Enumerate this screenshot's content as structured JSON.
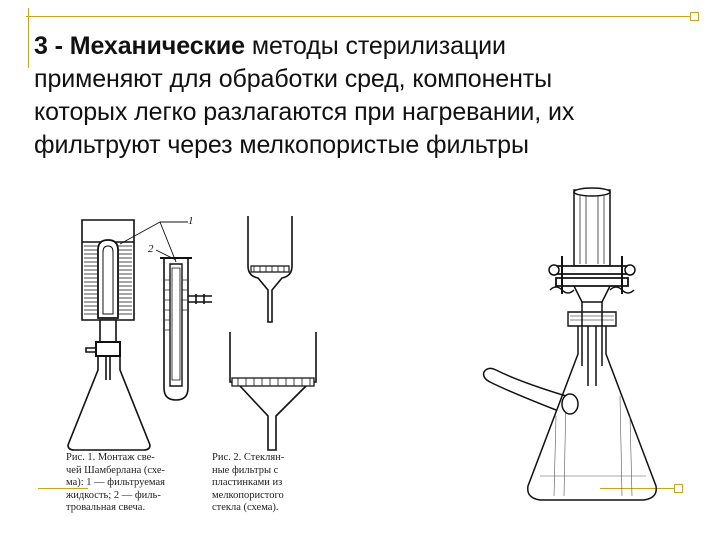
{
  "heading": {
    "number": "3 -",
    "bold": "Механические",
    "line1_rest": "методы стерилизации",
    "line2": "применяют для обработки сред, компоненты",
    "line3": "которых легко разлагаются при нагревании, их",
    "line4": "фильтруют через мелкопористые фильтры"
  },
  "figure1": {
    "label_1": "1",
    "label_2": "2",
    "caption_lines": [
      "Рис. 1. Монтаж све-",
      "чей Шамберлана (схе-",
      "ма): 1 — фильтруемая",
      "жидкость; 2 — филь-",
      "тровальная свеча."
    ]
  },
  "figure2": {
    "caption_lines": [
      "Рис. 2. Стеклян-",
      "ные фильтры с",
      "пластинками из",
      "мелкопористого",
      "стекла (схема)."
    ]
  },
  "colors": {
    "accent": "#c9a227",
    "ink": "#111111"
  }
}
